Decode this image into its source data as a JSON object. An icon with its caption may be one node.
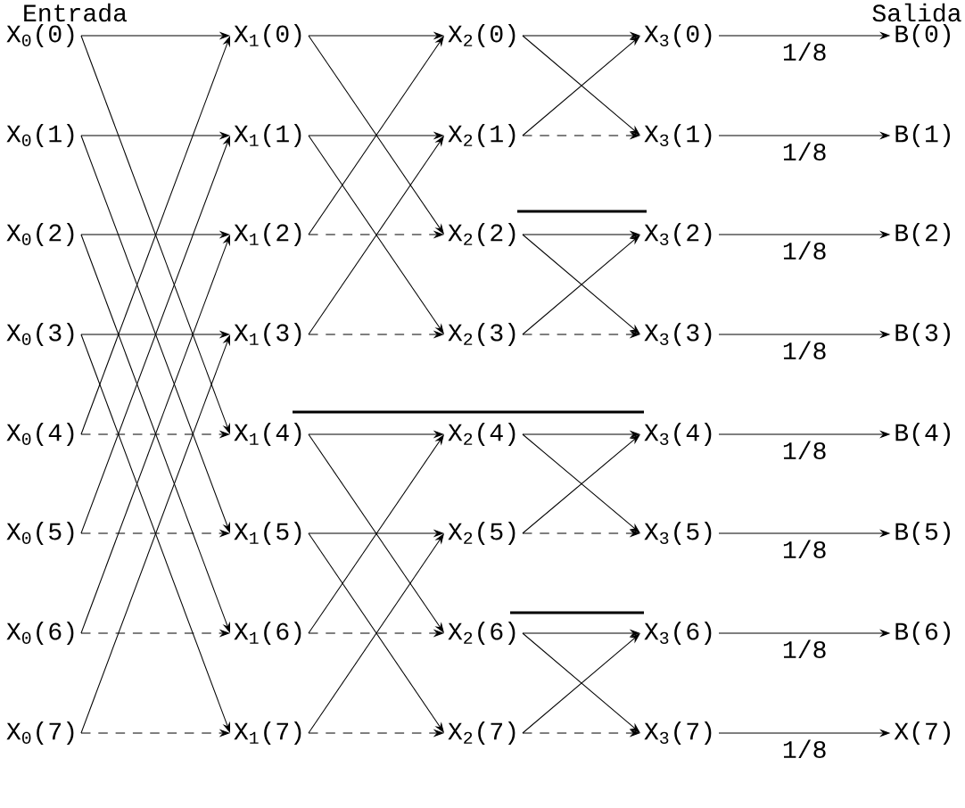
{
  "diagram": {
    "nodes": [
      {
        "text": [
          "X$_{0}$(0)"
        ]
      },
      {
        "text": [
          "X$_{0}$(1)"
        ]
      },
      {
        "text": [
          "X$_{0}$(2)"
        ]
      },
      {
        "text": [
          "X$_{0}$(3)"
        ]
      },
      {
        "text": [
          "X$_{0}$(4)"
        ]
      },
      {
        "text": [
          "X$_{0}$(5)"
        ]
      },
      {
        "text": [
          "X$_{0}$(6)"
        ]
      },
      {
        "text": [
          "X$_{0}$(7)"
        ]
      },
      {
        "text": [
          "X$_{1}$(0)"
        ]
      },
      {
        "text": [
          "X$_{1}$(1)"
        ]
      },
      {
        "text": [
          "X$_{1}$(2)"
        ]
      },
      {
        "text": [
          "X$_{1}$(3)"
        ]
      },
      {
        "text": [
          "X$_{1}$(4)"
        ]
      },
      {
        "text": [
          "X$_{1}$(5)"
        ]
      },
      {
        "text": [
          "X$_{1}$(6)"
        ]
      },
      {
        "text": [
          "X$_{1}$(7)"
        ]
      },
      {
        "text": [
          "X$_{2}$(0)"
        ]
      },
      {
        "text": [
          "X$_{2}$(1)"
        ]
      },
      {
        "text": [
          "X$_{2}$(2)"
        ]
      },
      {
        "text": [
          "X$_{2}$(3)"
        ]
      },
      {
        "text": [
          "X$_{2}$(4)"
        ]
      },
      {
        "text": [
          "X$_{2}$(5)"
        ]
      },
      {
        "text": [
          "X$_{2}$(6)"
        ]
      },
      {
        "text": [
          "X$_{2}$(7)"
        ]
      },
      {
        "text": [
          "X$_{3}$(0)"
        ]
      },
      {
        "text": [
          "X$_{3}$(1)"
        ]
      },
      {
        "text": [
          "X$_{3}$(2)"
        ]
      },
      {
        "text": [
          "X$_{3}$(3)"
        ]
      },
      {
        "text": [
          "X$_{3}$(4)"
        ]
      },
      {
        "text": [
          "X$_{3}$(5)"
        ]
      },
      {
        "text": [
          "X$_{3}$(6)"
        ]
      },
      {
        "text": [
          "X$_{3}$(7)"
        ]
      },
      {
        "text": [
          "B(0)"
        ]
      },
      {
        "text": [
          "B(1)"
        ]
      },
      {
        "text": [
          "B(2)"
        ]
      },
      {
        "text": [
          "B(3)"
        ]
      },
      {
        "text": [
          "B(4)"
        ]
      },
      {
        "text": [
          "B(5)"
        ]
      },
      {
        "text": [
          "B(6)"
        ]
      },
      {
        "text": [
          "X(7)"
        ]
      }
    ],
    "edges": [
      {
        "from": 0,
        "to": 8,
        "arrow": "to"
      },
      {
        "from": 0,
        "to": 12,
        "arrow": "to"
      },
      {
        "from": 4,
        "to": 8,
        "arrow": "to"
      },
      {
        "from": 4,
        "to": 12,
        "arrow": "to",
        "style": "dashed"
      },
      {
        "from": 1,
        "to": 9,
        "arrow": "to"
      },
      {
        "from": 1,
        "to": 13,
        "arrow": "to"
      },
      {
        "from": 5,
        "to": 9,
        "arrow": "to"
      },
      {
        "from": 5,
        "to": 13,
        "arrow": "to",
        "style": "dashed"
      },
      {
        "from": 2,
        "to": 10,
        "arrow": "to"
      },
      {
        "from": 2,
        "to": 14,
        "arrow": "to"
      },
      {
        "from": 6,
        "to": 10,
        "arrow": "to"
      },
      {
        "from": 6,
        "to": 14,
        "arrow": "to",
        "style": "dashed"
      },
      {
        "from": 3,
        "to": 11,
        "arrow": "to"
      },
      {
        "from": 3,
        "to": 15,
        "arrow": "to"
      },
      {
        "from": 7,
        "to": 11,
        "arrow": "to"
      },
      {
        "from": 7,
        "to": 15,
        "arrow": "to",
        "style": "dashed"
      },
      {
        "from": 8,
        "to": 16,
        "arrow": "to"
      },
      {
        "from": 8,
        "to": 18,
        "arrow": "to"
      },
      {
        "from": 10,
        "to": 16,
        "arrow": "to"
      },
      {
        "from": 10,
        "to": 18,
        "arrow": "to",
        "style": "dashed"
      },
      {
        "from": 9,
        "to": 17,
        "arrow": "to"
      },
      {
        "from": 9,
        "to": 19,
        "arrow": "to"
      },
      {
        "from": 11,
        "to": 17,
        "arrow": "to"
      },
      {
        "from": 11,
        "to": 19,
        "arrow": "to",
        "style": "dashed"
      },
      {
        "from": 12,
        "to": 20,
        "arrow": "to"
      },
      {
        "from": 12,
        "to": 22,
        "arrow": "to"
      },
      {
        "from": 14,
        "to": 20,
        "arrow": "to"
      },
      {
        "from": 14,
        "to": 22,
        "arrow": "to",
        "style": "dashed"
      },
      {
        "from": 13,
        "to": 21,
        "arrow": "to"
      },
      {
        "from": 13,
        "to": 23,
        "arrow": "to"
      },
      {
        "from": 15,
        "to": 21,
        "arrow": "to"
      },
      {
        "from": 15,
        "to": 23,
        "arrow": "to",
        "style": "dashed"
      },
      {
        "from": 16,
        "to": 24,
        "arrow": "to"
      },
      {
        "from": 16,
        "to": 25,
        "arrow": "to"
      },
      {
        "from": 17,
        "to": 24,
        "arrow": "to"
      },
      {
        "from": 17,
        "to": 25,
        "arrow": "to",
        "style": "dashed"
      },
      {
        "from": 18,
        "to": 26,
        "arrow": "to"
      },
      {
        "from": 18,
        "to": 27,
        "arrow": "to"
      },
      {
        "from": 19,
        "to": 26,
        "arrow": "to"
      },
      {
        "from": 19,
        "to": 27,
        "arrow": "to",
        "style": "dashed"
      },
      {
        "from": 20,
        "to": 28,
        "arrow": "to"
      },
      {
        "from": 20,
        "to": 29,
        "arrow": "to"
      },
      {
        "from": 21,
        "to": 28,
        "arrow": "to"
      },
      {
        "from": 21,
        "to": 29,
        "arrow": "to",
        "style": "dashed"
      },
      {
        "from": 22,
        "to": 30,
        "arrow": "to"
      },
      {
        "from": 22,
        "to": 31,
        "arrow": "to"
      },
      {
        "from": 23,
        "to": 30,
        "arrow": "to"
      },
      {
        "from": 23,
        "to": 31,
        "arrow": "to",
        "style": "dashed"
      },
      {
        "from": 24,
        "to": 32,
        "arrow": "to",
        "label": "1/8"
      },
      {
        "from": 25,
        "to": 33,
        "arrow": "to",
        "label": "1/8"
      },
      {
        "from": 26,
        "to": 34,
        "arrow": "to",
        "label": "1/8"
      },
      {
        "from": 27,
        "to": 35,
        "arrow": "to",
        "label": "1/8"
      },
      {
        "from": 28,
        "to": 36,
        "arrow": "to",
        "label": "1/8"
      },
      {
        "from": 29,
        "to": 37,
        "arrow": "to",
        "label": "1/8"
      },
      {
        "from": 30,
        "to": 38,
        "arrow": "to",
        "label": "1/8"
      },
      {
        "from": 31,
        "to": 39,
        "arrow": "to",
        "label": "1/8"
      }
    ],
    "labels": [
      "Entrada",
      "Salida"
    ]
  }
}
